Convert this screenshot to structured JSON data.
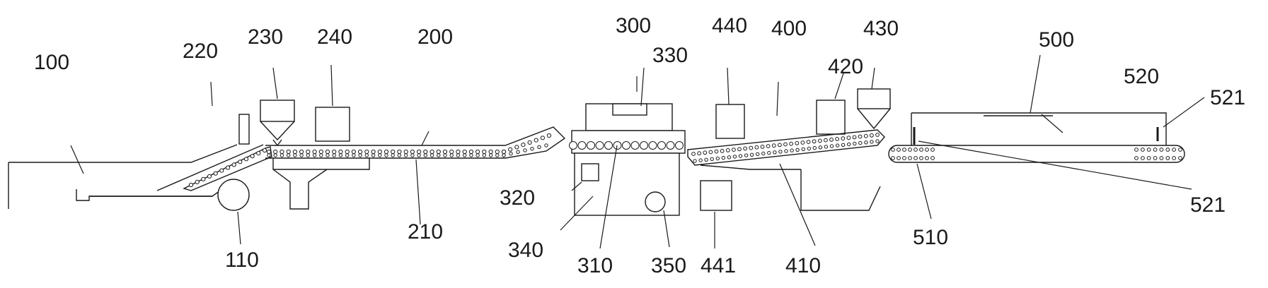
{
  "diagram": {
    "line_color": "#1a1a1a",
    "background": "#ffffff",
    "labels": {
      "l100": "100",
      "l110": "110",
      "l200": "200",
      "l210": "210",
      "l220": "220",
      "l230": "230",
      "l240": "240",
      "l300": "300",
      "l310": "310",
      "l320": "320",
      "l330": "330",
      "l340": "340",
      "l350": "350",
      "l400": "400",
      "l410": "410",
      "l420": "420",
      "l430": "430",
      "l440": "440",
      "l441": "441",
      "l500": "500",
      "l510": "510",
      "l520": "520",
      "l521a": "521",
      "l521b": "521"
    }
  }
}
